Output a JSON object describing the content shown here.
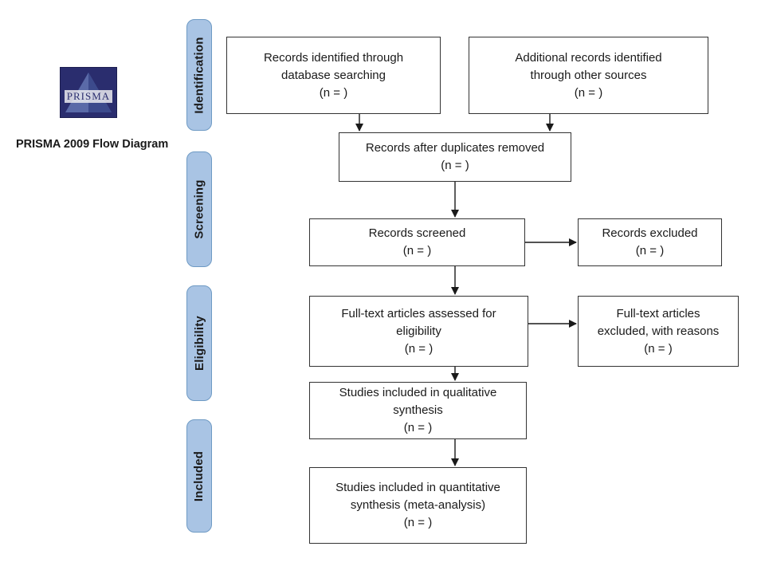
{
  "header": {
    "logo_text": "PRISMA",
    "title": "PRISMA 2009 Flow Diagram"
  },
  "phases": {
    "identification": "Identification",
    "screening": "Screening",
    "eligibility": "Eligibility",
    "included": "Included"
  },
  "boxes": {
    "db_search": {
      "line1": "Records identified through",
      "line2": "database searching",
      "count": "(n =   )"
    },
    "other_sources": {
      "line1": "Additional records identified",
      "line2": "through other sources",
      "count": "(n =   )"
    },
    "duplicates_removed": {
      "line1": "Records after duplicates removed",
      "count": "(n =   )"
    },
    "screened": {
      "line1": "Records screened",
      "count": "(n =   )"
    },
    "excluded": {
      "line1": "Records excluded",
      "count": "(n =   )"
    },
    "fulltext_assessed": {
      "line1": "Full-text articles assessed for",
      "line2": "eligibility",
      "count": "(n =   )"
    },
    "fulltext_excluded": {
      "line1": "Full-text articles",
      "line2": "excluded, with reasons",
      "count": "(n =   )"
    },
    "qualitative": {
      "line1": "Studies included in qualitative",
      "line2": "synthesis",
      "count": "(n =   )"
    },
    "quantitative": {
      "line1": "Studies included in quantitative",
      "line2": "synthesis (meta-analysis)",
      "count": "(n =   )"
    }
  }
}
